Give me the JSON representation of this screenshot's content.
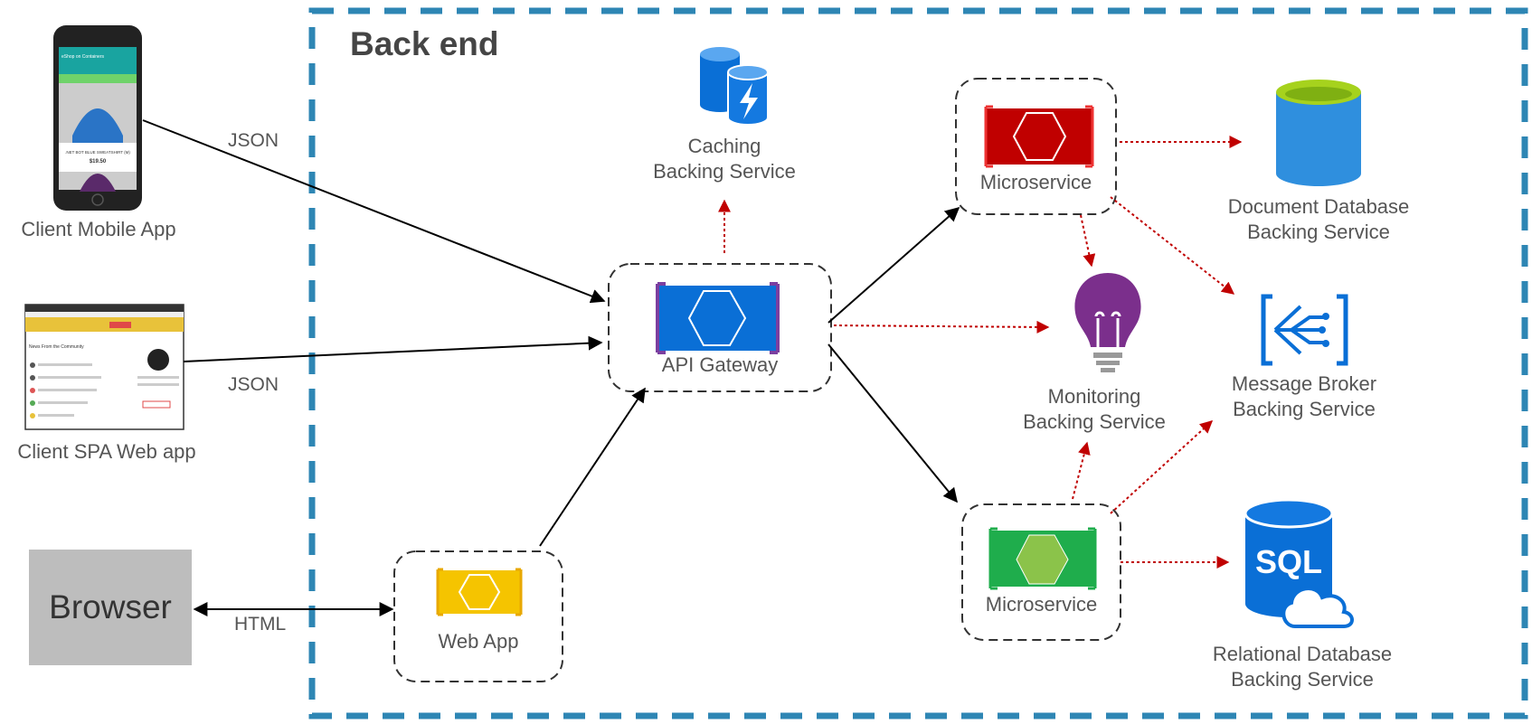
{
  "title": "Back end",
  "clients": {
    "mobile": {
      "label": "Client Mobile App",
      "screen_title": "eShop on Containers",
      "product_name": ".NET BOT BLUE SWEATSHIRT (M)",
      "product_price": "$19.50"
    },
    "spa": {
      "label": "Client SPA Web app",
      "heading": "News From the Community"
    },
    "browser": {
      "label": "Browser"
    }
  },
  "edges": {
    "mobile_json": "JSON",
    "spa_json": "JSON",
    "browser_html": "HTML"
  },
  "nodes": {
    "api_gateway": {
      "label": "API Gateway",
      "color": "#0a6fd6"
    },
    "web_app": {
      "label": "Web App",
      "color": "#f5c400"
    },
    "microservice_top": {
      "label": "Microservice",
      "color": "#c00000"
    },
    "microservice_bottom": {
      "label": "Microservice",
      "color": "#1fad4c"
    }
  },
  "services": {
    "caching": {
      "line1": "Caching",
      "line2": "Backing Service"
    },
    "document_db": {
      "line1": "Document Database",
      "line2": "Backing Service"
    },
    "monitoring": {
      "line1": "Monitoring",
      "line2": "Backing Service"
    },
    "message_broker": {
      "line1": "Message Broker",
      "line2": "Backing Service"
    },
    "relational_db": {
      "line1": "Relational Database",
      "line2": "Backing Service",
      "icon_text": "SQL"
    }
  },
  "colors": {
    "backend_border": "#2e86b4",
    "async_arrow": "#c00000",
    "sync_arrow": "#000000"
  }
}
